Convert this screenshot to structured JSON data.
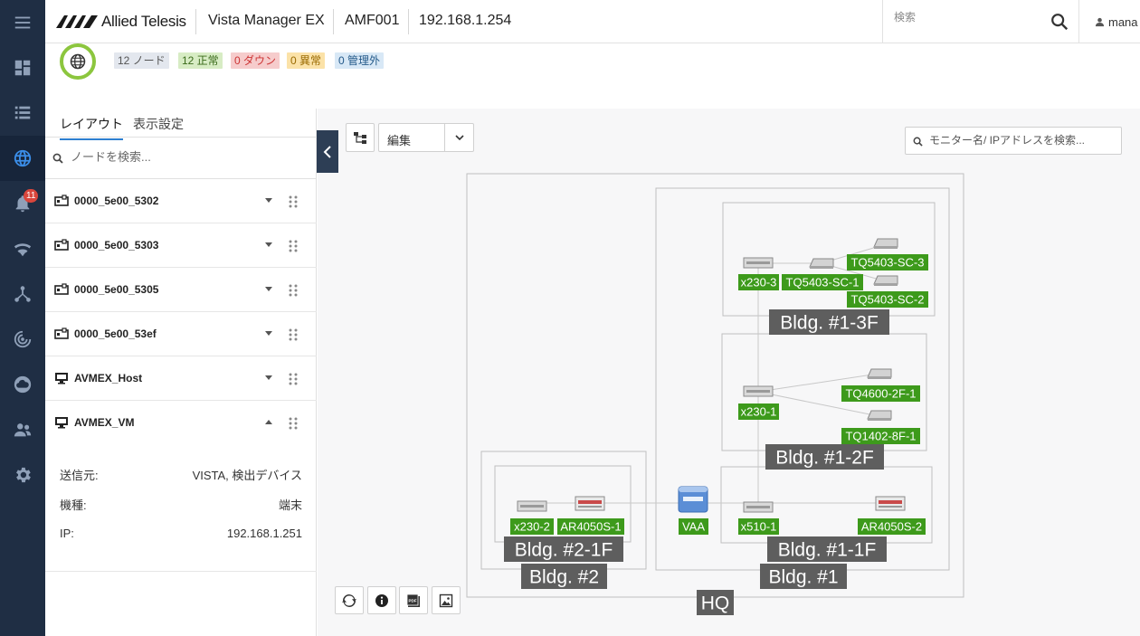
{
  "app": {
    "brand": "Allied Telesis",
    "product": "Vista Manager EX",
    "amf": "AMF001",
    "ip": "192.168.1.254",
    "search_placeholder": "検索",
    "user": "mana"
  },
  "nav": {
    "alert_count": "11"
  },
  "status": {
    "chips": [
      {
        "text": "12 ノード",
        "bg": "#e3e7ee",
        "fg": "#555"
      },
      {
        "text": "12 正常",
        "bg": "#d7ecc4",
        "fg": "#3a6a1a"
      },
      {
        "text": "0 ダウン",
        "bg": "#f6cccc",
        "fg": "#c33"
      },
      {
        "text": "0 異常",
        "bg": "#fbe2a8",
        "fg": "#9a6a00"
      },
      {
        "text": "0 管理外",
        "bg": "#d8e8f6",
        "fg": "#245a8a"
      }
    ]
  },
  "panel": {
    "tabs": [
      "レイアウト",
      "表示設定"
    ],
    "search_placeholder": "ノードを検索...",
    "nodes": [
      {
        "label": "0000_5e00_5302",
        "icon": "hub-device-icon"
      },
      {
        "label": "0000_5e00_5303",
        "icon": "hub-device-icon"
      },
      {
        "label": "0000_5e00_5305",
        "icon": "hub-device-icon"
      },
      {
        "label": "0000_5e00_53ef",
        "icon": "hub-device-icon"
      },
      {
        "label": "AVMEX_Host",
        "icon": "monitor-icon"
      },
      {
        "label": "AVMEX_VM",
        "icon": "monitor-icon"
      }
    ],
    "detail": {
      "source_label": "送信元:",
      "source_value": "VISTA, 検出デバイス",
      "type_label": "機種:",
      "type_value": "端末",
      "ip_label": "IP:",
      "ip_value": "192.168.1.251"
    }
  },
  "canvas": {
    "edit_label": "編集",
    "monitor_search_placeholder": "モニター名/ IPアドレスを検索...",
    "groups": {
      "hq": "HQ",
      "b1": "Bldg. #1",
      "b1_3f": "Bldg. #1-3F",
      "b1_2f": "Bldg. #1-2F",
      "b1_1f": "Bldg. #1-1F",
      "b2": "Bldg. #2",
      "b2_1f": "Bldg. #2-1F"
    },
    "devices": {
      "x230_3": "x230-3",
      "tq5403_sc_1": "TQ5403-SC-1",
      "tq5403_sc_3": "TQ5403-SC-3",
      "tq5403_sc_2": "TQ5403-SC-2",
      "x230_1": "x230-1",
      "tq4600_2f_1": "TQ4600-2F-1",
      "tq1402_8f_1": "TQ1402-8F-1",
      "x230_2": "x230-2",
      "ar4050s_1": "AR4050S-1",
      "vaa": "VAA",
      "x510_1": "x510-1",
      "ar4050s_2": "AR4050S-2"
    }
  }
}
